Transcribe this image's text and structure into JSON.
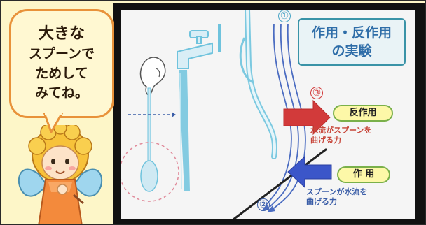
{
  "bubble": {
    "lines": [
      "大きな",
      "スプーンで",
      "ためして",
      "みてね。"
    ]
  },
  "slide": {
    "title_lines": [
      "作用・反作用",
      "の実験"
    ],
    "labels": {
      "circled_1": "①",
      "circled_2": "②",
      "circled_3": "③",
      "reaction": "反作用",
      "action": "作 用"
    },
    "captions": {
      "reaction_lines": [
        "水流がスプーンを",
        "曲げる力"
      ],
      "action_lines": [
        "スプーンが水流を",
        "曲げる力"
      ]
    }
  },
  "colors": {
    "bubble_border": "#e8923a",
    "title_text": "#2e6da8",
    "reaction_arrow": "#d23a3a",
    "action_arrow": "#3b56c9",
    "water": "#6fc3dd"
  }
}
